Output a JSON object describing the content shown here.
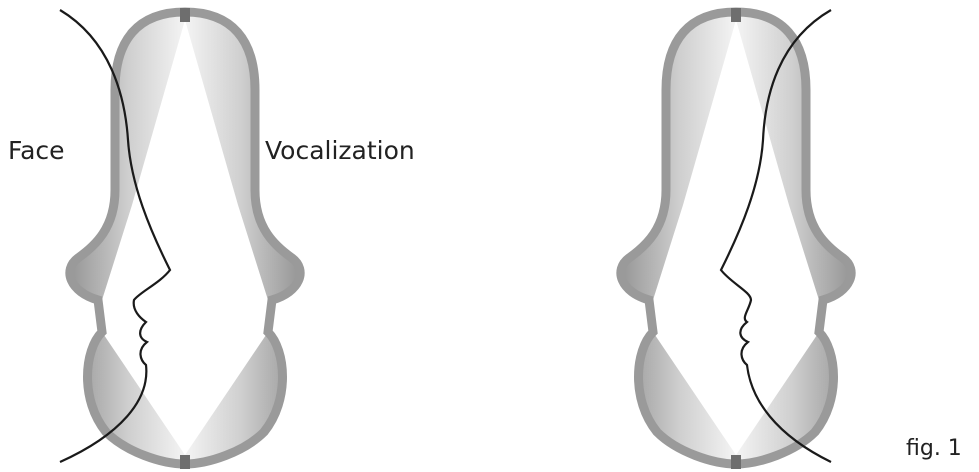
{
  "labels": {
    "face": "Face",
    "vocalization": "Vocalization",
    "figure": "fig. 1"
  },
  "colors": {
    "background": "#ffffff",
    "head_dark": "#8f8f8f",
    "head_light": "#e6e6e6",
    "marker": "#6e6e6e",
    "profile_line": "#1a1a1a",
    "text": "#222222"
  }
}
